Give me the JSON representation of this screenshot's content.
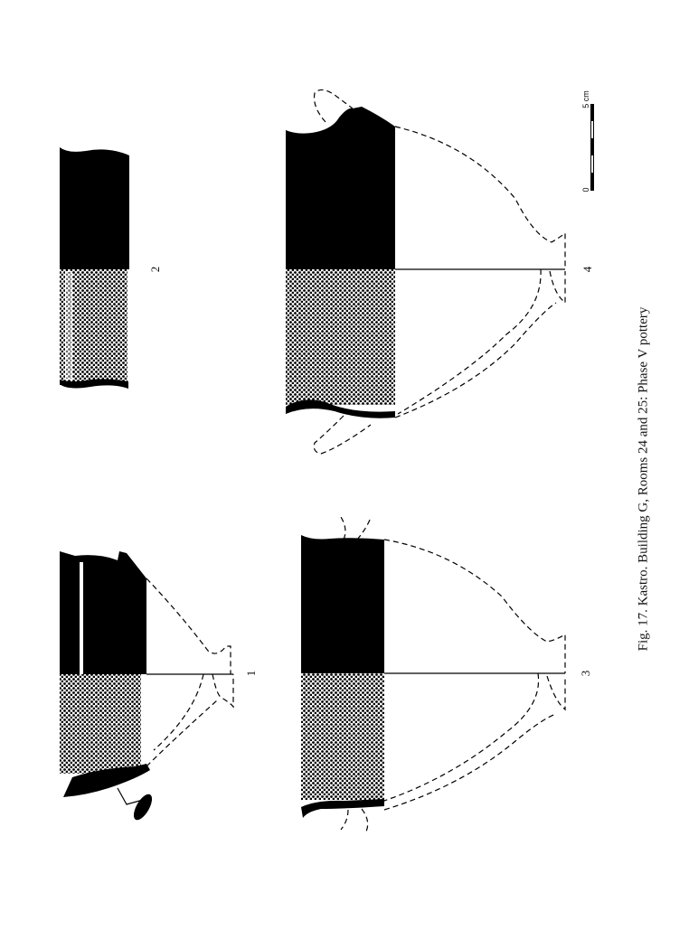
{
  "figure": {
    "caption": "Fig. 17. Kastro. Building G, Rooms 24 and 25: Phase V pottery",
    "vessels": [
      {
        "label": "1"
      },
      {
        "label": "2"
      },
      {
        "label": "3"
      },
      {
        "label": "4"
      }
    ],
    "scale_bar": {
      "start_label": "0",
      "end_label": "5 cm"
    },
    "colors": {
      "ink": "#000000",
      "paper": "#ffffff"
    }
  }
}
